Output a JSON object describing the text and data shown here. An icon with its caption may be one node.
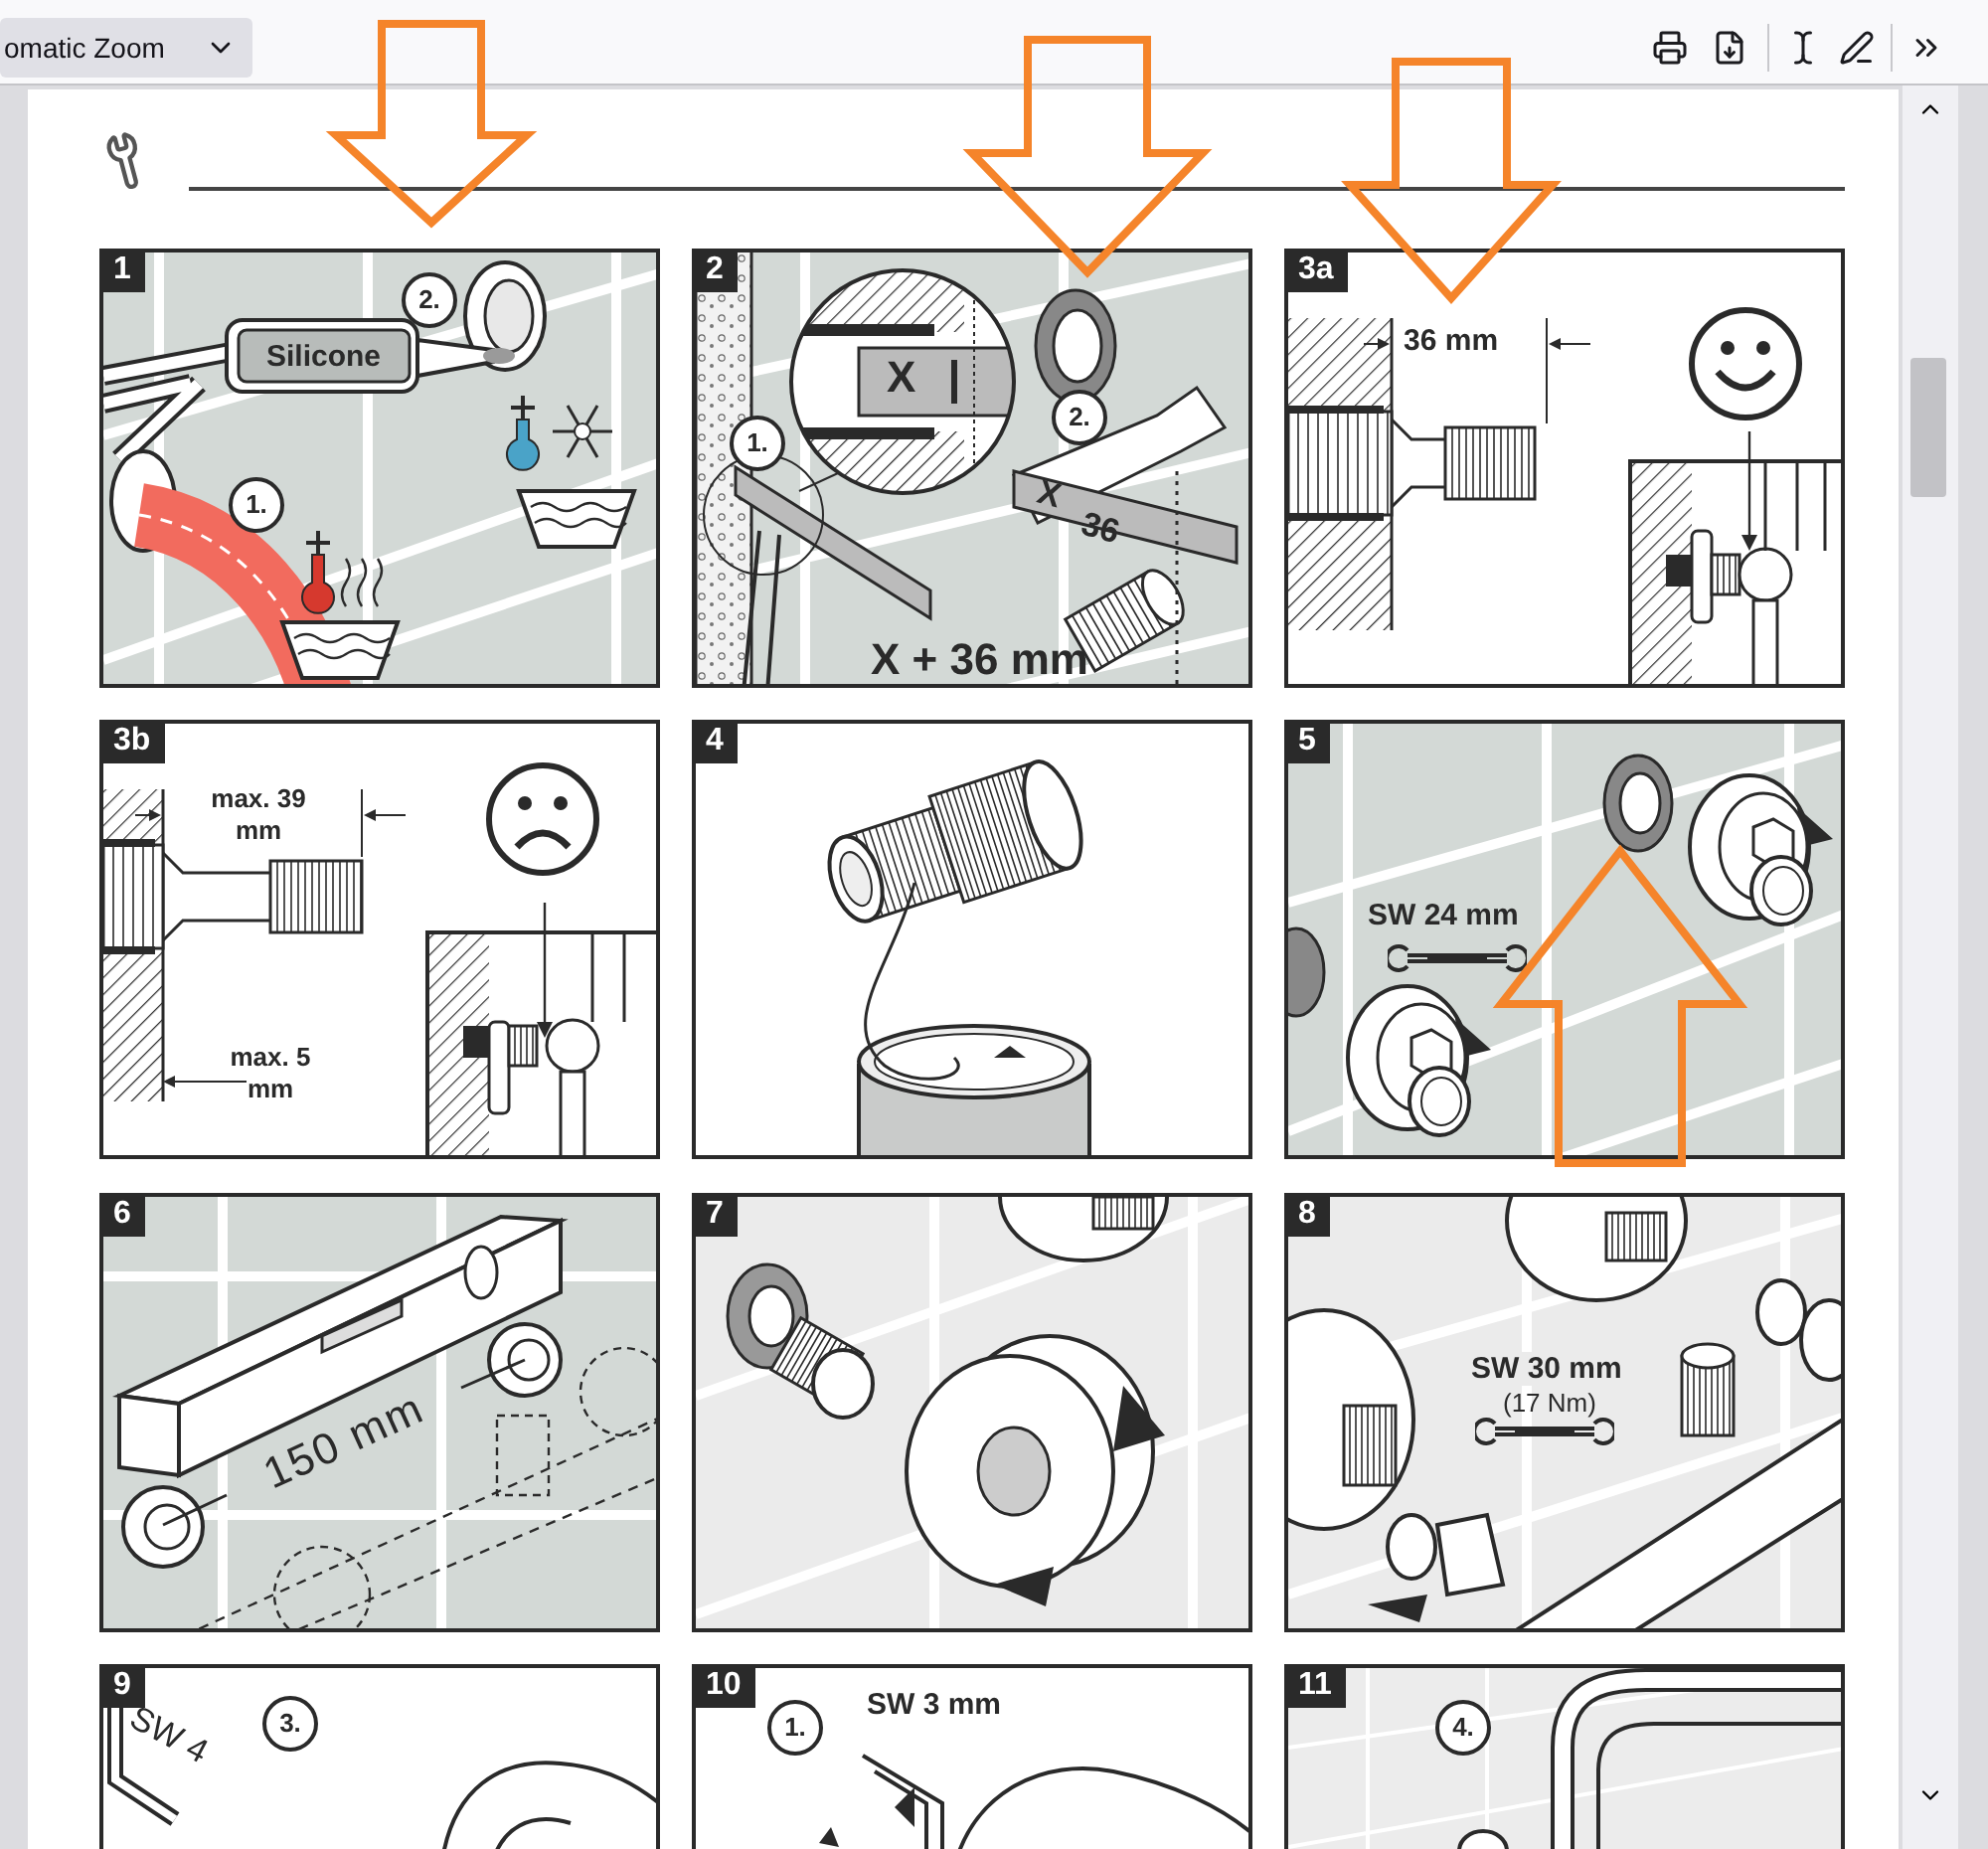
{
  "diagram": {
    "nodes": [
      {
        "text": [
          "1",
          "Silicone",
          "2.",
          "1."
        ]
      },
      {
        "text": [
          "2",
          "1.",
          "X",
          "2.",
          "X",
          "36",
          "X + 36 mm"
        ]
      },
      {
        "text": [
          "3a",
          "36 mm"
        ]
      },
      {
        "text": [
          "3b",
          "max. 39 mm",
          "max. 5 mm"
        ]
      },
      {
        "text": [
          "4"
        ]
      },
      {
        "text": [
          "5",
          "SW 24 mm"
        ]
      },
      {
        "text": [
          "6",
          "150 mm"
        ]
      },
      {
        "text": [
          "7"
        ]
      },
      {
        "text": [
          "8",
          "SW 30 mm",
          "(17 Nm)"
        ]
      },
      {
        "text": [
          "9",
          "SW 4",
          "3."
        ]
      },
      {
        "text": [
          "10",
          "1.",
          "SW 3 mm"
        ]
      },
      {
        "text": [
          "11",
          "4."
        ]
      }
    ],
    "edges": [
      {
        "from": null,
        "to": 0,
        "arrow": "to"
      },
      {
        "from": null,
        "to": 1,
        "arrow": "to"
      },
      {
        "from": null,
        "to": 2,
        "arrow": "to"
      },
      {
        "from": null,
        "to": 5,
        "arrow": "to"
      }
    ],
    "labels": [
      "omatic Zoom"
    ]
  }
}
